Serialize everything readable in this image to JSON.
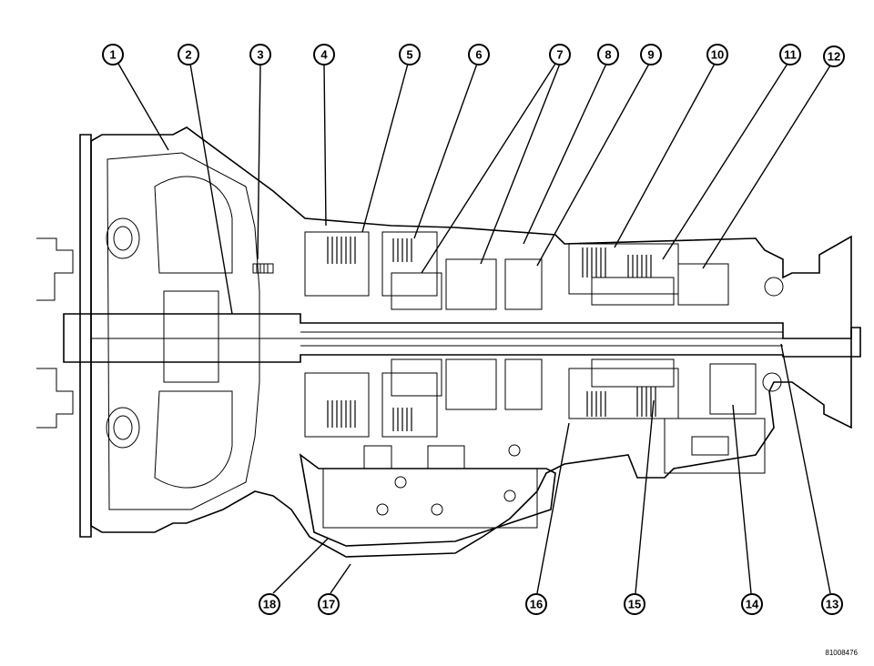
{
  "figure": {
    "id_code": "81008476",
    "callouts": [
      "1",
      "2",
      "3",
      "4",
      "5",
      "6",
      "7",
      "8",
      "9",
      "10",
      "11",
      "12",
      "13",
      "14",
      "15",
      "16",
      "17",
      "18"
    ]
  }
}
